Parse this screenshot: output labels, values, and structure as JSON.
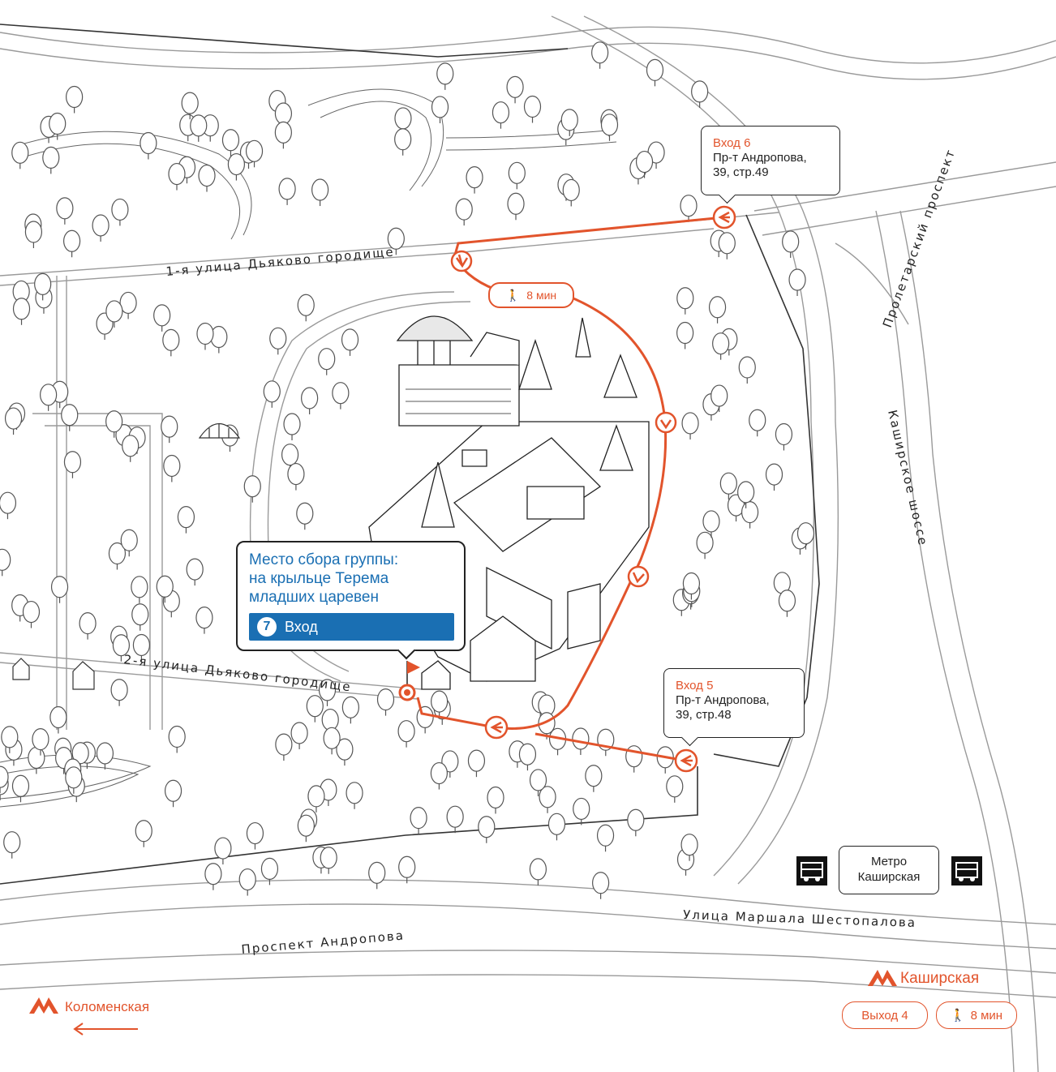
{
  "colors": {
    "route": "#e2542c",
    "meeting_blue": "#1a6fb3",
    "road_stroke": "#9a9a9a",
    "tree_stroke": "#555555"
  },
  "streets": {
    "first_dyakovo": "1-я улица Дьяково городище",
    "second_dyakovo": "2-я улица Дьяково городище",
    "proletarsky": "Пролетарский проспект",
    "kashirskoye": "Каширское шоссе",
    "marshala": "Улица Маршала Шестопалова",
    "andropova": "Проспект Андропова"
  },
  "entrances": {
    "e6": {
      "title": "Вход 6",
      "address": "Пр-т Андропова,\n39, стр.49"
    },
    "e5": {
      "title": "Вход 5",
      "address": "Пр-т Андропова,\n39, стр.48"
    }
  },
  "meeting": {
    "title": "Место сбора группы:\nна крыльце Терема\nмладших царевен",
    "entry_number": "7",
    "entry_label": "Вход"
  },
  "route": {
    "walk_time": "8 мин"
  },
  "bus_stop": {
    "label": "Метро\nКаширская",
    "icon": "bus-icon"
  },
  "metro": {
    "kashirskaya": {
      "name": "Каширская",
      "icon": "metro-m-icon"
    },
    "kolomenskaya": {
      "name": "Коломенская",
      "icon": "metro-m-icon",
      "direction": "left-arrow-icon"
    },
    "exit_label": "Выход 4",
    "walk_time": "8 мин"
  }
}
